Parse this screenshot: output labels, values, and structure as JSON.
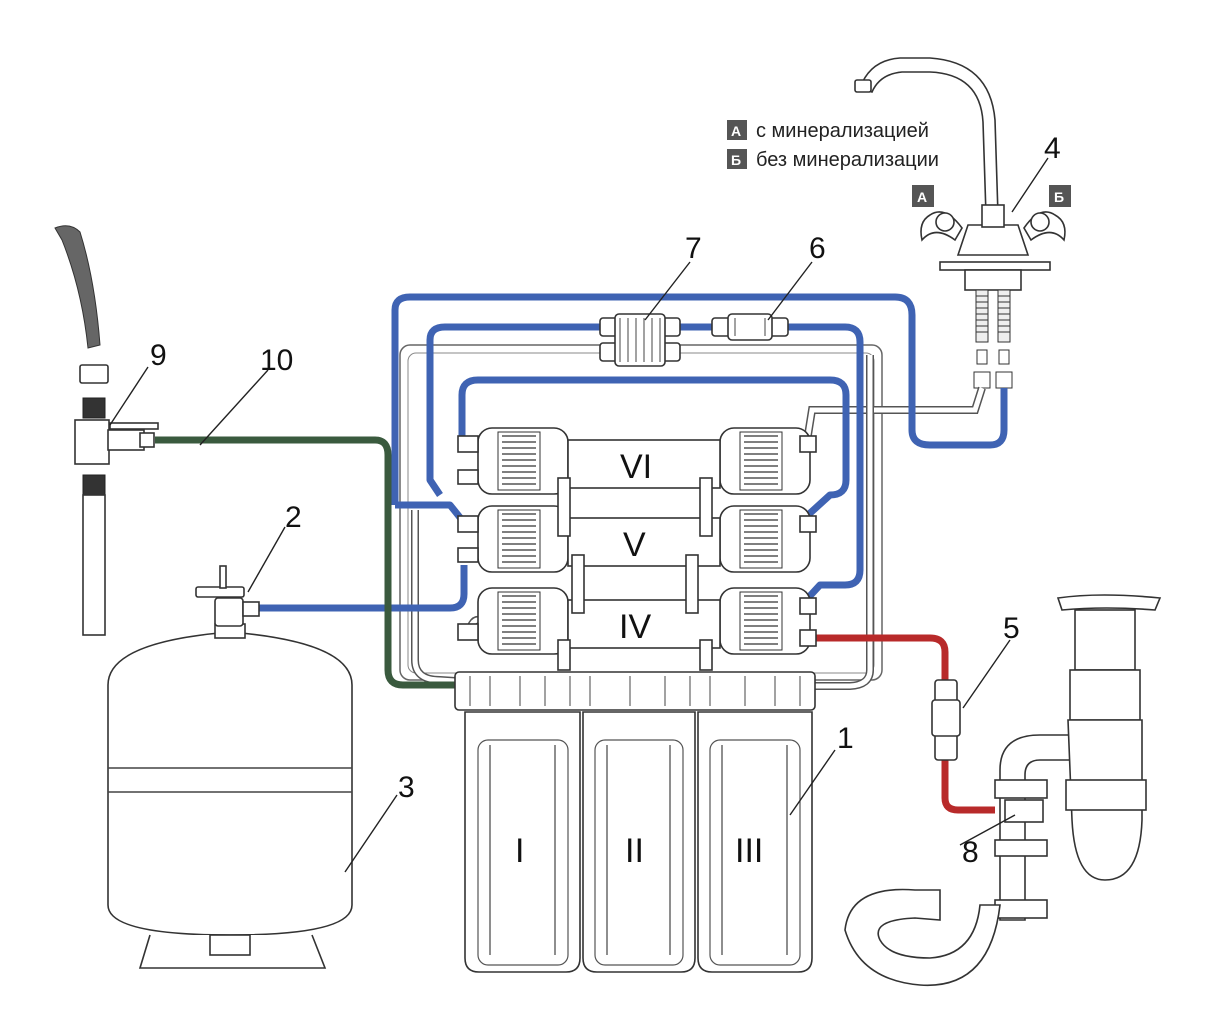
{
  "legend": {
    "a_badge": "А",
    "a_text": "с минерализацией",
    "b_badge": "Б",
    "b_text": "без минерализации"
  },
  "tap_badges": {
    "left": "А",
    "right": "Б"
  },
  "callouts": {
    "n1": "1",
    "n2": "2",
    "n3": "3",
    "n4": "4",
    "n5": "5",
    "n6": "6",
    "n7": "7",
    "n8": "8",
    "n9": "9",
    "n10": "10"
  },
  "stages": {
    "I": "I",
    "II": "II",
    "III": "III",
    "IV": "IV",
    "V": "V",
    "VI": "VI"
  },
  "colors": {
    "blue_tube": "#3f63b3",
    "green_tube": "#3a5a3e",
    "red_tube": "#b82a2a",
    "badge": "#555555"
  }
}
